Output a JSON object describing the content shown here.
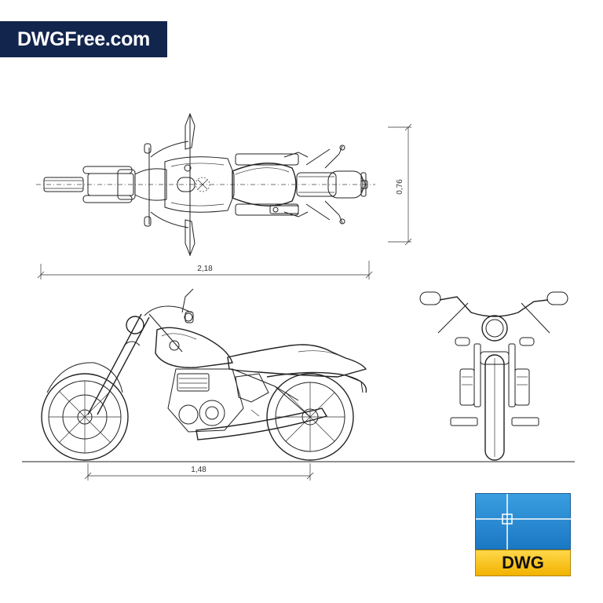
{
  "brand": {
    "text": "DWGFree.com"
  },
  "dimensions": {
    "width_top": "0,76",
    "length_top": "2,18",
    "wheelbase": "1,48"
  },
  "logo": {
    "label": "DWG"
  },
  "colors": {
    "brand_bg": "#12254c",
    "logo_blue": "#2b8ad6",
    "logo_yellow": "#f7c31c"
  }
}
